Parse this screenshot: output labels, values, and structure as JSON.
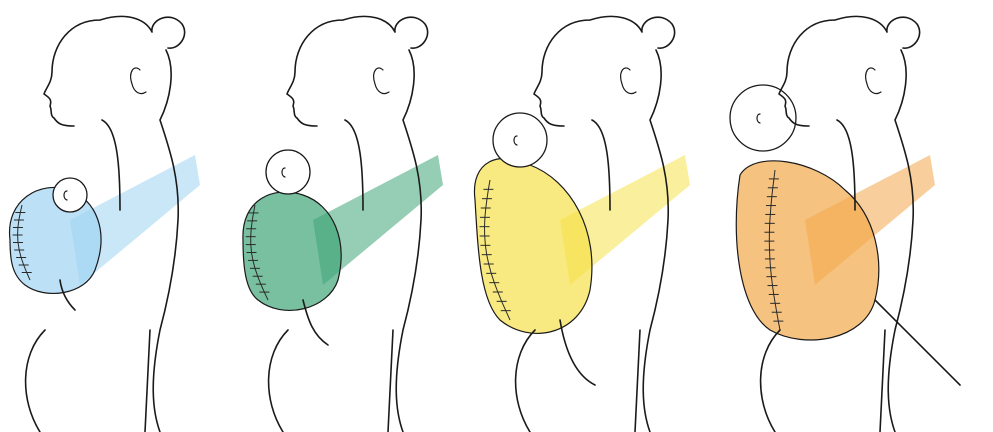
{
  "panels": [
    {
      "id": "panel-1",
      "carrier_color": "#9fd3f2",
      "stage": "newborn-curled"
    },
    {
      "id": "panel-2",
      "carrier_color": "#3fa578",
      "stage": "infant-curled"
    },
    {
      "id": "panel-3",
      "carrier_color": "#f5e14a",
      "stage": "baby-spread"
    },
    {
      "id": "panel-4",
      "carrier_color": "#f2a84a",
      "stage": "toddler-upright"
    }
  ]
}
